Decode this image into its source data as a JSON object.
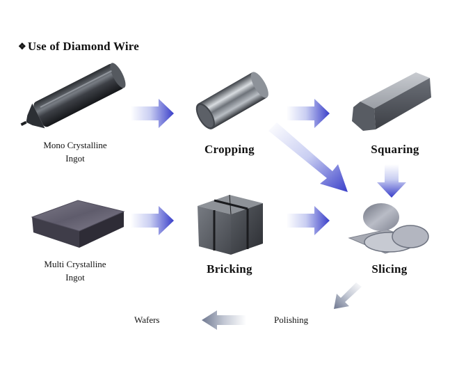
{
  "title": "Use of Diamond Wire",
  "title_bullet": "❖",
  "sources": {
    "mono": {
      "line1": "Mono Crystalline",
      "line2": "Ingot"
    },
    "multi": {
      "line1": "Multi Crystalline",
      "line2": "Ingot"
    }
  },
  "steps": {
    "cropping": "Cropping",
    "squaring": "Squaring",
    "bricking": "Bricking",
    "slicing": "Slicing",
    "polishing": "Polishing",
    "wafers": "Wafers"
  },
  "colors": {
    "arrow_dark": "#3a3fc9",
    "arrow_light": "#dfe3f7",
    "arrow_gray": "#8a93a8",
    "metal_dark": "#4a4e54",
    "metal_light": "#c9cdd2"
  }
}
